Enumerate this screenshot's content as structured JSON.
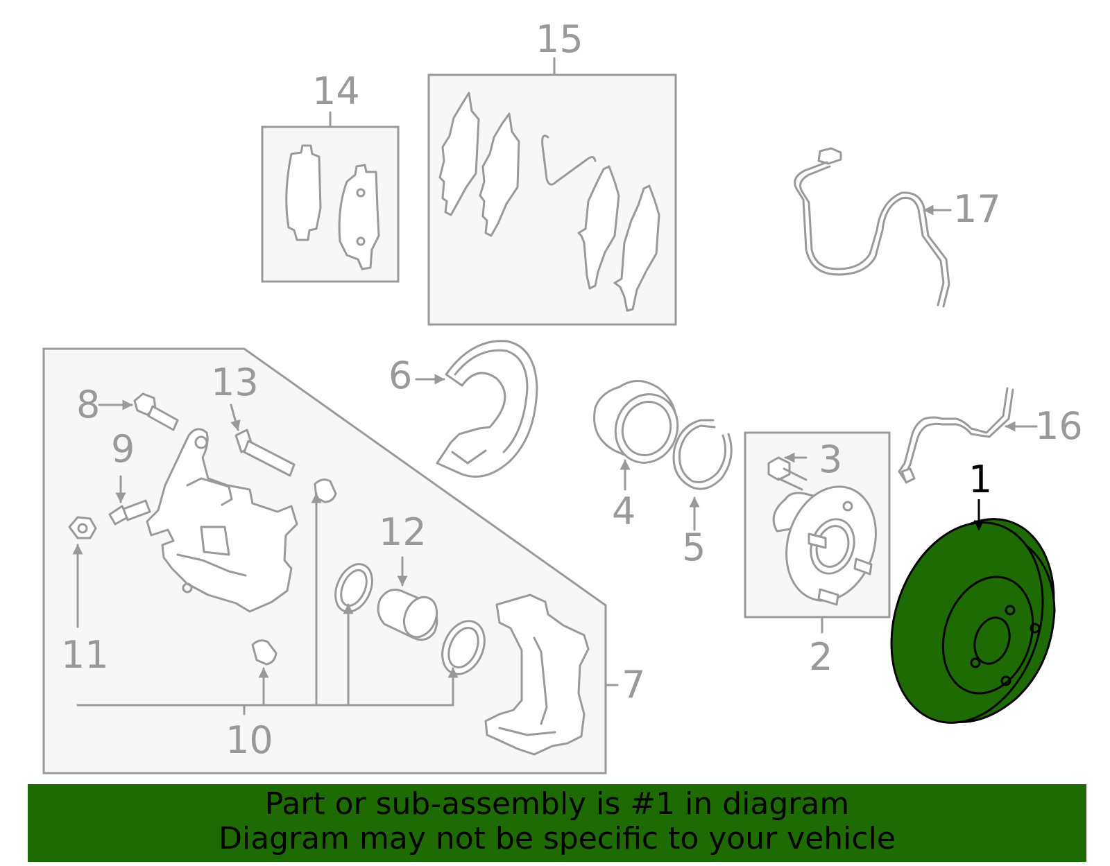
{
  "diagram": {
    "highlight_color": "#1e6b04",
    "labels": {
      "l1": "1",
      "l2": "2",
      "l3": "3",
      "l4": "4",
      "l5": "5",
      "l6": "6",
      "l7": "7",
      "l8": "8",
      "l9": "9",
      "l10": "10",
      "l11": "11",
      "l12": "12",
      "l13": "13",
      "l14": "14",
      "l15": "15",
      "l16": "16",
      "l17": "17"
    }
  },
  "banner": {
    "line1": "Part or sub-assembly is #1 in diagram",
    "line2": "Diagram may not be specific to your vehicle"
  }
}
